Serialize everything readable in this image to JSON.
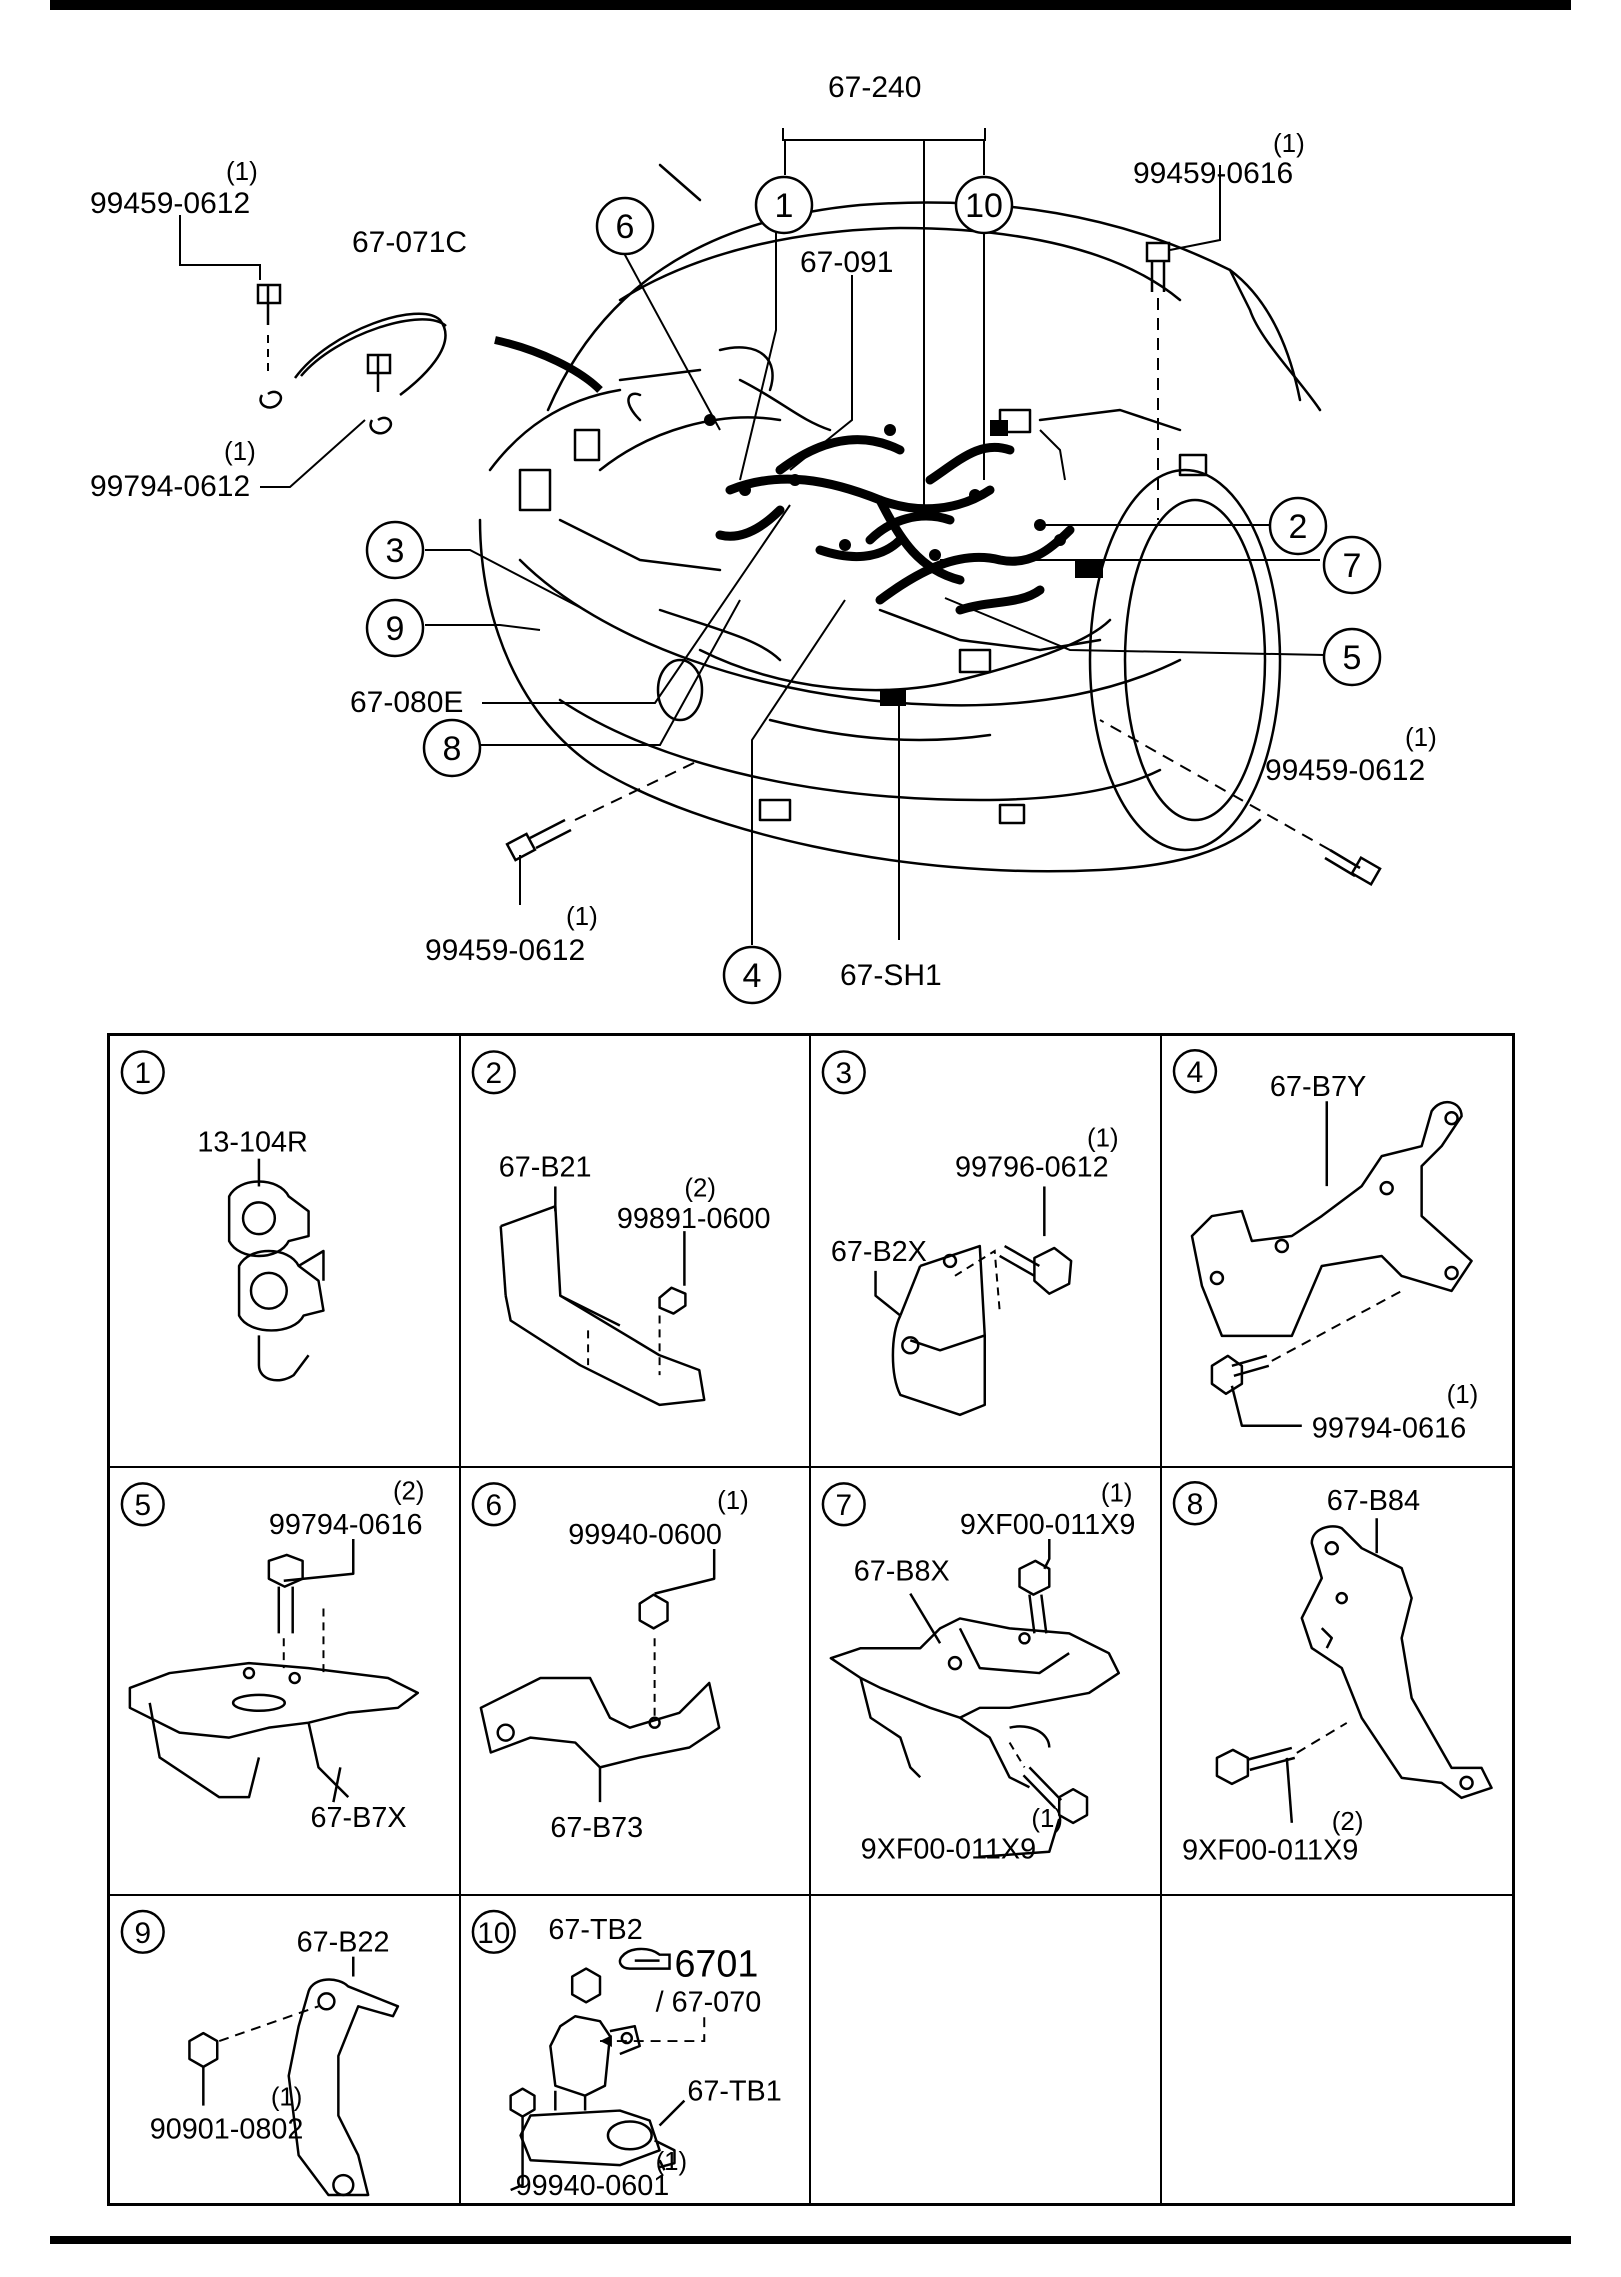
{
  "overview": {
    "harness_part": "67-240",
    "callouts": [
      "1",
      "2",
      "3",
      "4",
      "5",
      "6",
      "7",
      "8",
      "9",
      "10"
    ],
    "parts": {
      "bolt_top_left": "99459-0612",
      "bolt_top_left_qty": "(1)",
      "ground_strap": "67-071C",
      "bolt_strap": "99794-0612",
      "bolt_strap_qty": "(1)",
      "harness_091": "67-091",
      "bolt_top_right": "99459-0616",
      "bolt_top_right_qty": "(1)",
      "harness_080e": "67-080E",
      "bolt_right": "99459-0612",
      "bolt_right_qty": "(1)",
      "bolt_bottom_left": "99459-0612",
      "bolt_bottom_left_qty": "(1)",
      "shield": "67-SH1"
    }
  },
  "details": [
    {
      "num": "1",
      "labels": {
        "a": "13-104R"
      }
    },
    {
      "num": "2",
      "labels": {
        "a": "67-B21",
        "b": "99891-0600",
        "b_qty": "(2)"
      }
    },
    {
      "num": "3",
      "labels": {
        "a": "67-B2X",
        "b": "99796-0612",
        "b_qty": "(1)"
      }
    },
    {
      "num": "4",
      "labels": {
        "a": "67-B7Y",
        "b": "99794-0616",
        "b_qty": "(1)"
      }
    },
    {
      "num": "5",
      "labels": {
        "a": "67-B7X",
        "b": "99794-0616",
        "b_qty": "(2)"
      }
    },
    {
      "num": "6",
      "labels": {
        "a": "67-B73",
        "b": "99940-0600",
        "b_qty": "(1)"
      }
    },
    {
      "num": "7",
      "labels": {
        "a": "67-B8X",
        "b": "9XF00-011X9",
        "b_qty": "(1)",
        "c": "9XF00-011X9",
        "c_qty": "(1)"
      }
    },
    {
      "num": "8",
      "labels": {
        "a": "67-B84",
        "b": "9XF00-011X9",
        "b_qty": "(2)"
      }
    },
    {
      "num": "9",
      "labels": {
        "a": "67-B22",
        "b": "90901-0802",
        "b_qty": "(1)"
      }
    },
    {
      "num": "10",
      "labels": {
        "a": "67-TB2",
        "ref": "6701",
        "ref2": "/ 67-070",
        "b": "67-TB1",
        "b_qty": "(1)",
        "c": "99940-0601"
      }
    }
  ]
}
